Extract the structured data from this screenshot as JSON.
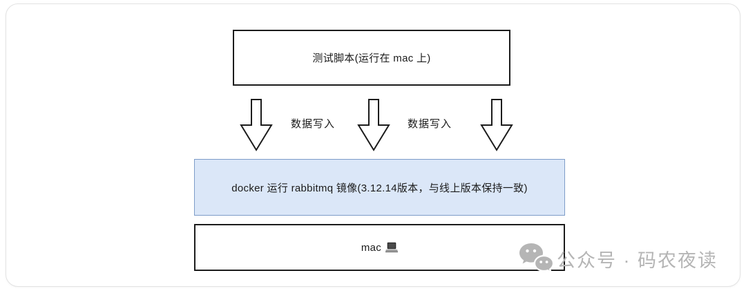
{
  "diagram": {
    "top_box": {
      "label": "测试脚本(运行在 mac 上)"
    },
    "arrows": [
      {
        "icon": "down-arrow-icon"
      },
      {
        "icon": "down-arrow-icon"
      },
      {
        "icon": "down-arrow-icon"
      }
    ],
    "arrow_labels": [
      "数据写入",
      "数据写入"
    ],
    "middle_box": {
      "label": "docker 运行 rabbitmq 镜像(3.12.14版本，与线上版本保持一致)"
    },
    "bottom_box": {
      "label": "mac",
      "icon": "laptop-icon"
    },
    "colors": {
      "middle_box_fill": "#dbe7f8",
      "middle_box_border": "#7d9cc8",
      "box_border": "#1b1b1b",
      "watermark_color": "#b5b5b5"
    }
  },
  "watermark": {
    "icon": "wechat-icon",
    "text": "公众号 · 码农夜读"
  }
}
